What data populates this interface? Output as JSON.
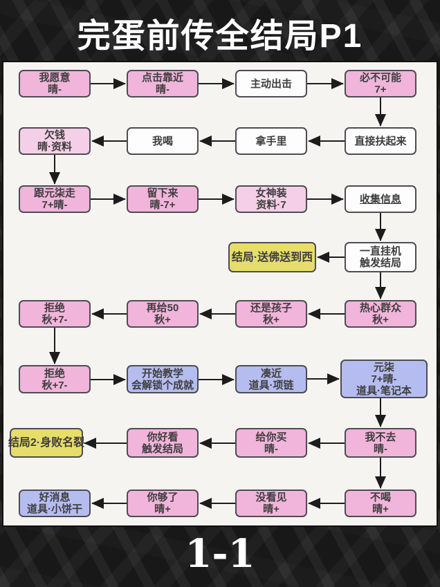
{
  "title": "完蛋前传全结局P1",
  "page_number": "1-1",
  "colors": {
    "background": "#181818",
    "panel": "#f6f4f1",
    "pink": "#f1b4da",
    "light_pink": "#f5cfe7",
    "white": "#fdfdfd",
    "blue": "#b5bdf0",
    "yellow": "#e7dd6b",
    "border": "#4c4c52",
    "text": "#3e3e3e",
    "arrow": "#1c1c1c"
  },
  "diagram": {
    "nodes": [
      {
        "id": "a1",
        "lines": [
          "我愿意",
          "晴-"
        ],
        "color": "pink",
        "col": "1",
        "row": "1"
      },
      {
        "id": "a2",
        "lines": [
          "点击靠近",
          "晴-"
        ],
        "color": "pink",
        "col": "2",
        "row": "1"
      },
      {
        "id": "a3",
        "lines": [
          "主动出击"
        ],
        "color": "white",
        "col": "3",
        "row": "1"
      },
      {
        "id": "a4",
        "lines": [
          "必不可能",
          "7+"
        ],
        "color": "pink",
        "col": "4",
        "row": "1"
      },
      {
        "id": "b1",
        "lines": [
          "欠钱",
          "晴·资料"
        ],
        "color": "light_pink",
        "col": "1",
        "row": "2"
      },
      {
        "id": "b2",
        "lines": [
          "我喝"
        ],
        "color": "white",
        "col": "2",
        "row": "2"
      },
      {
        "id": "b3",
        "lines": [
          "拿手里"
        ],
        "color": "white",
        "col": "3",
        "row": "2"
      },
      {
        "id": "b4",
        "lines": [
          "直接扶起来"
        ],
        "color": "white",
        "col": "4",
        "row": "2"
      },
      {
        "id": "c1",
        "lines": [
          "跟元柒走",
          "7+晴-"
        ],
        "color": "pink",
        "col": "1",
        "row": "3"
      },
      {
        "id": "c2",
        "lines": [
          "留下来",
          "晴-7+"
        ],
        "color": "pink",
        "col": "2",
        "row": "3"
      },
      {
        "id": "c3",
        "lines": [
          "女神装",
          "资料·7"
        ],
        "color": "light_pink",
        "col": "3",
        "row": "3"
      },
      {
        "id": "c4",
        "lines": [
          "收集信息"
        ],
        "color": "white",
        "underline": true,
        "col": "4",
        "row": "3"
      },
      {
        "id": "y1",
        "lines": [
          "结局·送佛送到西"
        ],
        "color": "yellow",
        "col": "3",
        "row": "3b"
      },
      {
        "id": "d4",
        "lines": [
          "一直挂机",
          "触发结局"
        ],
        "color": "white",
        "col": "4",
        "row": "3b"
      },
      {
        "id": "e1",
        "lines": [
          "拒绝",
          "秋+7-"
        ],
        "color": "pink",
        "col": "1",
        "row": "4"
      },
      {
        "id": "e2",
        "lines": [
          "再给50",
          "秋+"
        ],
        "color": "pink",
        "col": "2",
        "row": "4"
      },
      {
        "id": "e3",
        "lines": [
          "还是孩子",
          "秋+"
        ],
        "color": "pink",
        "col": "3",
        "row": "4"
      },
      {
        "id": "e4",
        "lines": [
          "热心群众",
          "秋+"
        ],
        "color": "pink",
        "col": "4",
        "row": "4"
      },
      {
        "id": "f1",
        "lines": [
          "拒绝",
          "秋+7-"
        ],
        "color": "pink",
        "col": "1",
        "row": "5"
      },
      {
        "id": "f2",
        "lines": [
          "开始教学",
          "会解锁个成就"
        ],
        "color": "blue",
        "col": "2",
        "row": "5"
      },
      {
        "id": "f3",
        "lines": [
          "凑近",
          "道具·项链"
        ],
        "color": "blue",
        "col": "3",
        "row": "5"
      },
      {
        "id": "f4",
        "lines": [
          "元柒",
          "7+晴-",
          "道具·笔记本"
        ],
        "color": "blue",
        "col": "4",
        "row": "5"
      },
      {
        "id": "y2",
        "lines": [
          "结局2·身败名裂"
        ],
        "color": "yellow",
        "col": "1",
        "row": "6"
      },
      {
        "id": "g2",
        "lines": [
          "你好看",
          "触发结局"
        ],
        "color": "pink",
        "col": "2",
        "row": "6"
      },
      {
        "id": "g3",
        "lines": [
          "给你买",
          "晴-"
        ],
        "color": "pink",
        "col": "3",
        "row": "6"
      },
      {
        "id": "g4",
        "lines": [
          "我不去",
          "晴-"
        ],
        "color": "pink",
        "col": "4",
        "row": "6"
      },
      {
        "id": "h1",
        "lines": [
          "好消息",
          "道具·小饼干"
        ],
        "color": "blue",
        "col": "1",
        "row": "7"
      },
      {
        "id": "h2",
        "lines": [
          "你够了",
          "晴+"
        ],
        "color": "pink",
        "col": "2",
        "row": "7"
      },
      {
        "id": "h3",
        "lines": [
          "没看见",
          "晴+"
        ],
        "color": "pink",
        "col": "3",
        "row": "7"
      },
      {
        "id": "h4",
        "lines": [
          "不喝",
          "晴+"
        ],
        "color": "pink",
        "col": "4",
        "row": "7"
      }
    ],
    "edges": [
      {
        "from": "a1",
        "to": "a2"
      },
      {
        "from": "a2",
        "to": "a3"
      },
      {
        "from": "a3",
        "to": "a4"
      },
      {
        "from": "a4",
        "to": "b4"
      },
      {
        "from": "b4",
        "to": "b3"
      },
      {
        "from": "b3",
        "to": "b2"
      },
      {
        "from": "b2",
        "to": "b1"
      },
      {
        "from": "b1",
        "to": "c1"
      },
      {
        "from": "c1",
        "to": "c2"
      },
      {
        "from": "c2",
        "to": "c3"
      },
      {
        "from": "c3",
        "to": "c4"
      },
      {
        "from": "c4",
        "to": "d4"
      },
      {
        "from": "d4",
        "to": "y1"
      },
      {
        "from": "d4",
        "to": "e4"
      },
      {
        "from": "e4",
        "to": "e3"
      },
      {
        "from": "e3",
        "to": "e2"
      },
      {
        "from": "e2",
        "to": "e1"
      },
      {
        "from": "e1",
        "to": "f1"
      },
      {
        "from": "f1",
        "to": "f2"
      },
      {
        "from": "f2",
        "to": "f3"
      },
      {
        "from": "f3",
        "to": "f4"
      },
      {
        "from": "f4",
        "to": "g4"
      },
      {
        "from": "g4",
        "to": "g3"
      },
      {
        "from": "g3",
        "to": "g2"
      },
      {
        "from": "g2",
        "to": "y2"
      },
      {
        "from": "g4",
        "to": "h4"
      },
      {
        "from": "h4",
        "to": "h3"
      },
      {
        "from": "h3",
        "to": "h2"
      },
      {
        "from": "h2",
        "to": "h1"
      }
    ]
  }
}
